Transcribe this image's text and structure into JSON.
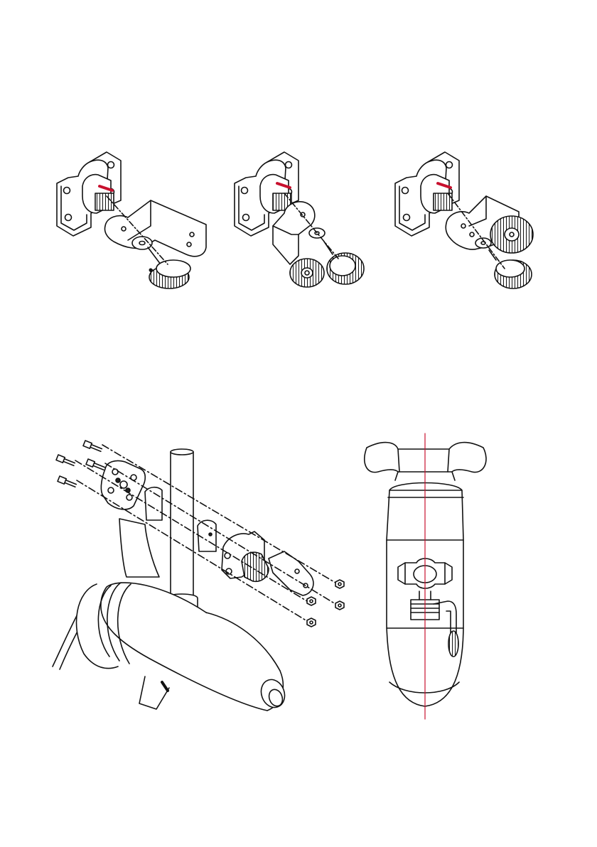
{
  "colors": {
    "line": "#111111",
    "accent": "#c8102e",
    "background": "#ffffff",
    "fill_light": "#ffffff",
    "fill_dark": "#222222"
  },
  "figures": [
    {
      "id": "bracket-config-a",
      "parts": [
        "clamp-bracket",
        "mounting-plate",
        "washer",
        "thumb-knob"
      ]
    },
    {
      "id": "bracket-config-b",
      "parts": [
        "clamp-bracket",
        "mounting-plate",
        "washer",
        "thumb-knob",
        "ratchet-disc"
      ]
    },
    {
      "id": "bracket-config-c",
      "parts": [
        "clamp-bracket",
        "mounting-plate",
        "washer",
        "thumb-knob",
        "ratchet-disc"
      ]
    },
    {
      "id": "motor-exploded-view",
      "parts": [
        "screws",
        "backing-plate",
        "rubber-spacers",
        "clamp-bracket",
        "nuts",
        "motor-shaft",
        "motor-housing"
      ]
    },
    {
      "id": "motor-front-view",
      "parts": [
        "motor-head",
        "clamp",
        "transducer",
        "center-line"
      ]
    }
  ]
}
